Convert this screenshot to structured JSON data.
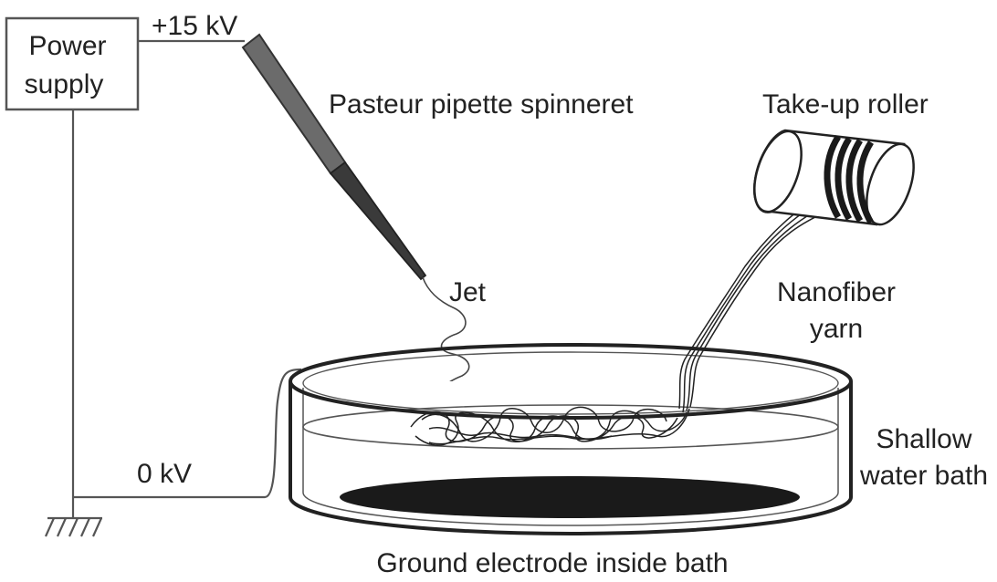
{
  "power_supply": {
    "line1": "Power",
    "line2": "supply"
  },
  "labels": {
    "voltage_high": "+15 kV",
    "voltage_low": "0 kV",
    "spinneret": "Pasteur pipette spinneret",
    "roller": "Take-up roller",
    "jet": "Jet",
    "yarn_line1": "Nanofiber",
    "yarn_line2": "yarn",
    "bath_line1": "Shallow",
    "bath_line2": "water bath",
    "electrode": "Ground electrode inside bath"
  },
  "colors": {
    "line": "#555555",
    "dark_fill": "#1a1a1a",
    "pipette_fill": "#6b6b6b",
    "text": "#222222"
  }
}
